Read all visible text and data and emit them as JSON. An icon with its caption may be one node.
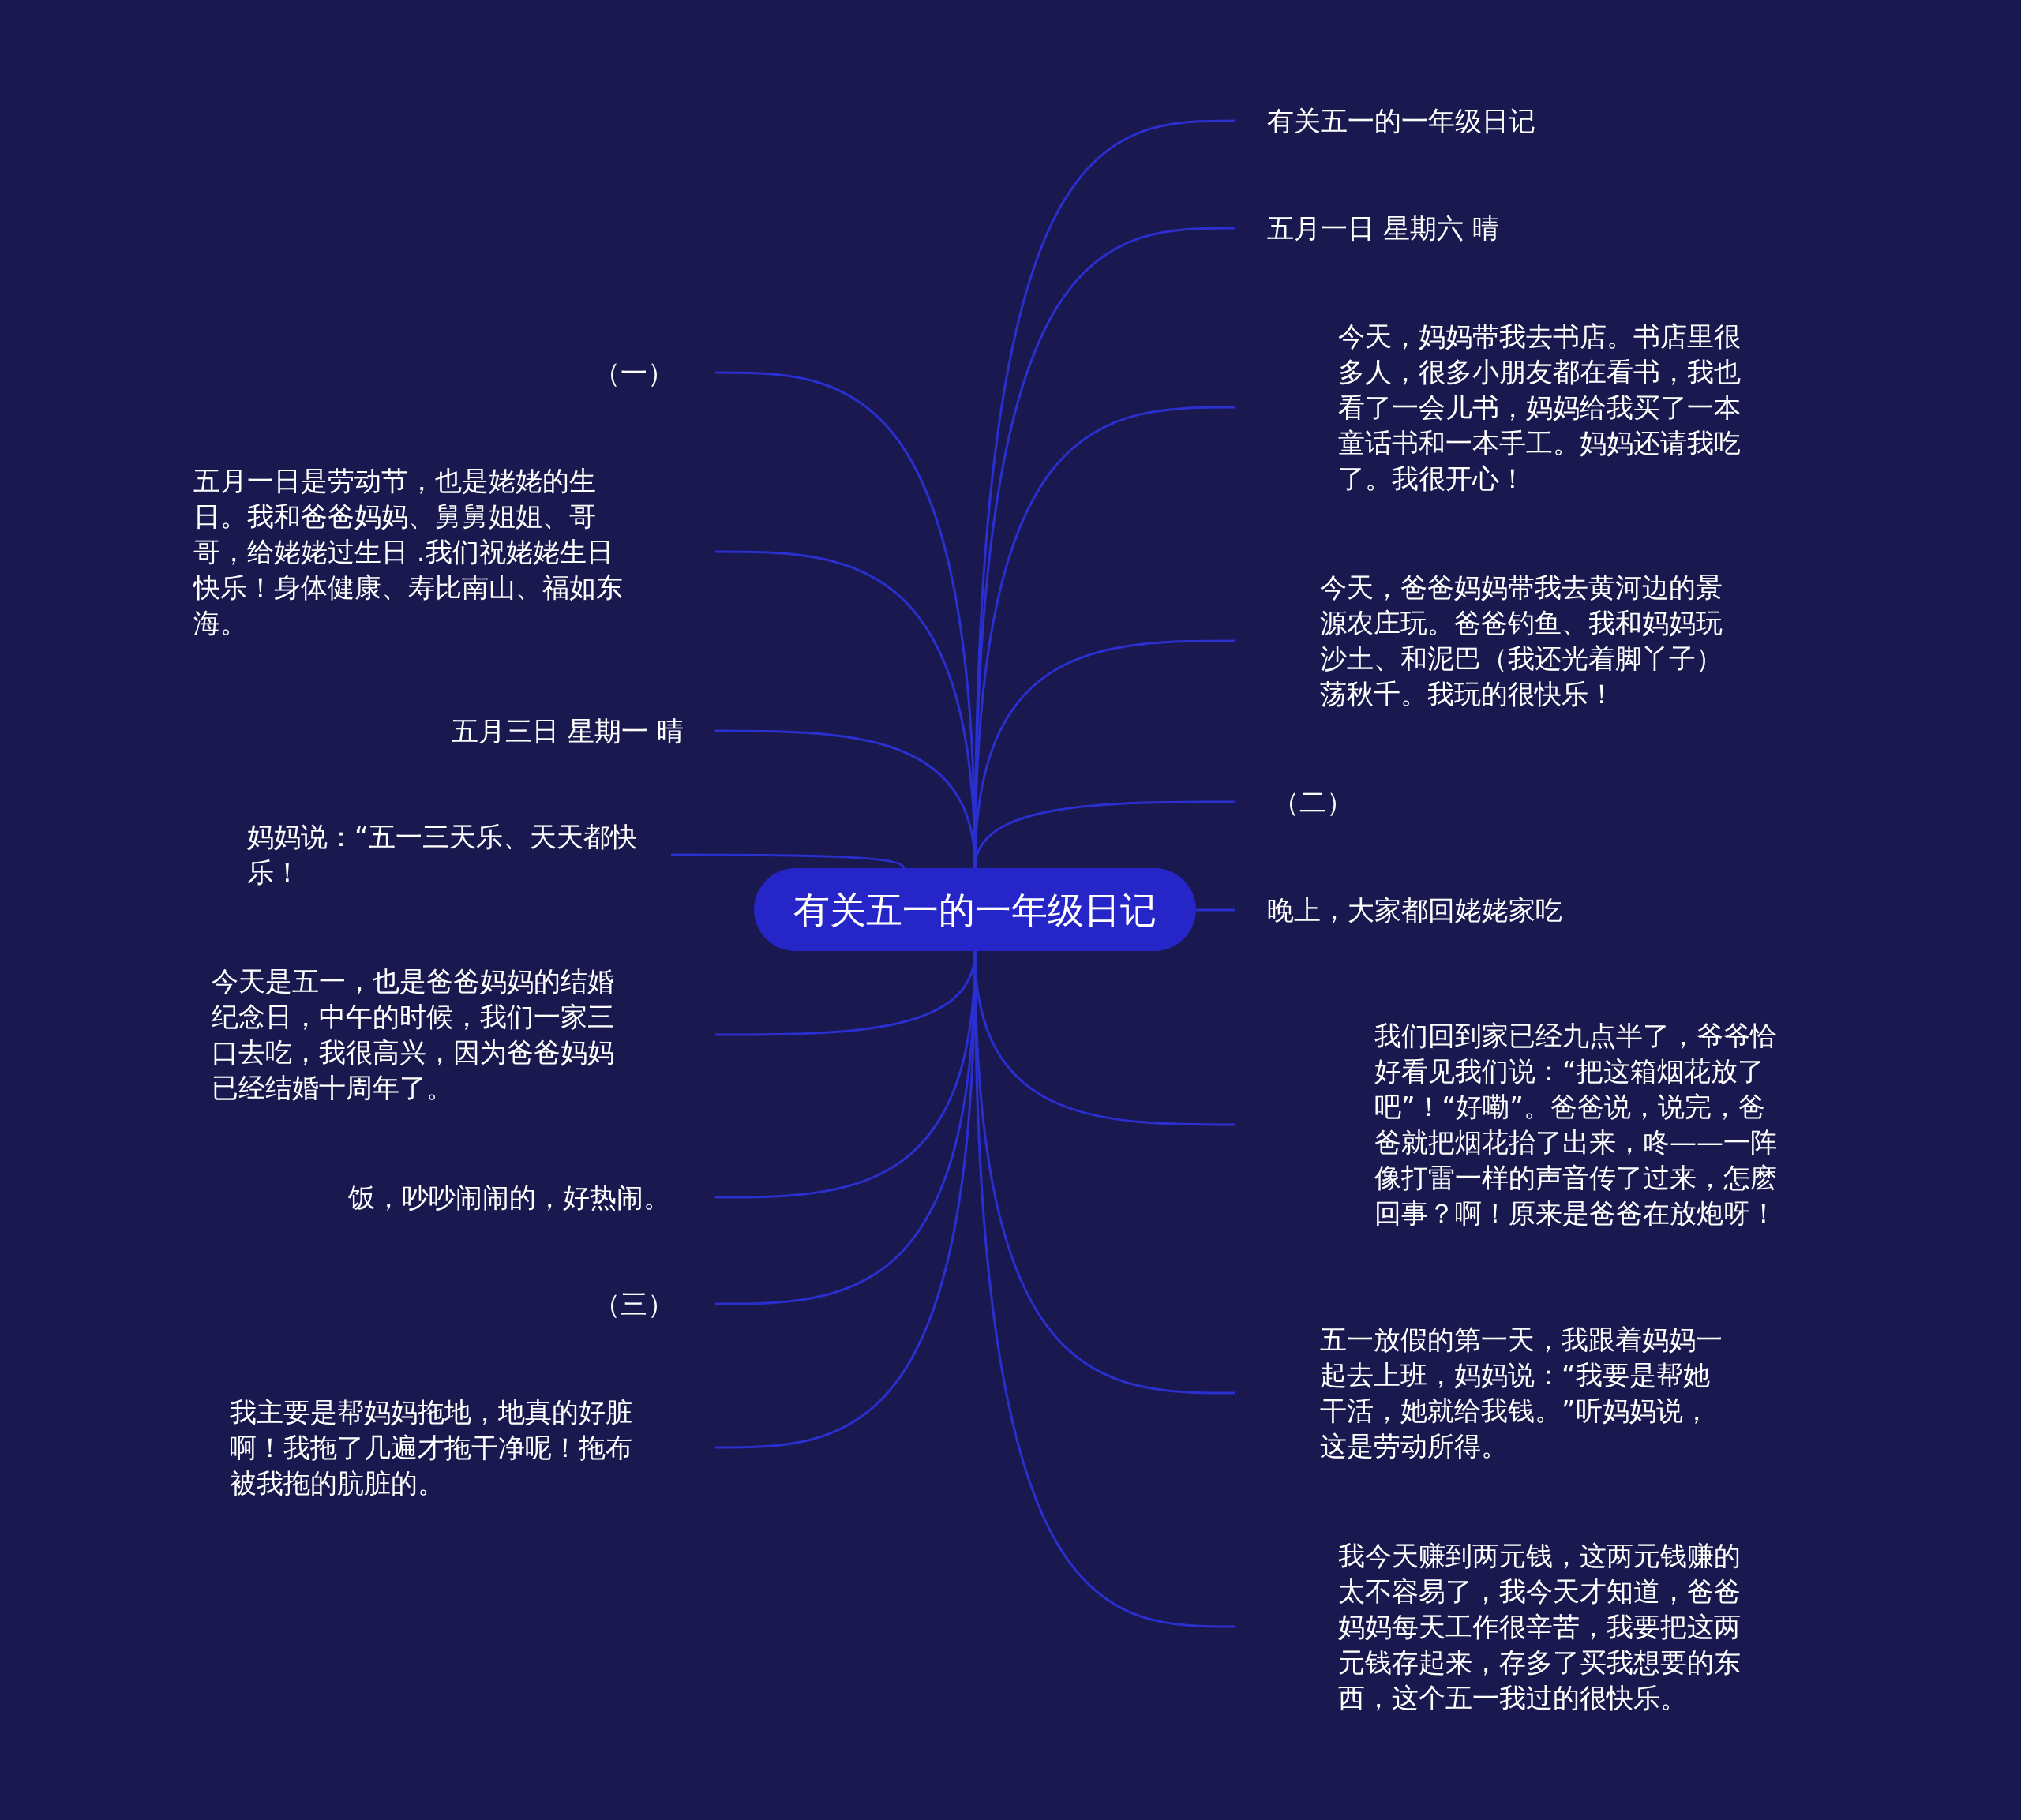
{
  "diagram": {
    "nodes": [
      {
        "text": [
          "有关五一的一年级日记"
        ]
      },
      {
        "text": [
          "有关五一的一年级日记"
        ]
      },
      {
        "text": [
          "五月一日 星期六 晴"
        ]
      },
      {
        "text": [
          "今天，妈妈带我去书店。书店里很多人，很多小朋友都在看书，我也看了一会儿书，妈妈给我买了一本童话书和一本手工。妈妈还请我吃了。我很开心！"
        ]
      },
      {
        "text": [
          "今天，爸爸妈妈带我去黄河边的景源农庄玩。爸爸钓鱼、我和妈妈玩沙土、和泥巴（我还光着脚丫子）荡秋千。我玩的很快乐！"
        ]
      },
      {
        "text": [
          "（二）"
        ]
      },
      {
        "text": [
          "晚上，大家都回姥姥家吃"
        ]
      },
      {
        "text": [
          "我们回到家已经九点半了，爷爷恰好看见我们说：“把这箱烟花放了吧”！“好嘞”。爸爸说，说完，爸爸就把烟花抬了出来，咚——一阵像打雷一样的声音传了过来，怎麽回事？啊！原来是爸爸在放炮呀！"
        ]
      },
      {
        "text": [
          "五一放假的第一天，我跟着妈妈一起去上班，妈妈说：“我要是帮她干活，她就给我钱。”听妈妈说，这是劳动所得。"
        ]
      },
      {
        "text": [
          "我今天赚到两元钱，这两元钱赚的太不容易了，我今天才知道，爸爸妈妈每天工作很辛苦，我要把这两元钱存起来，存多了买我想要的东西，这个五一我过的很快乐。"
        ]
      },
      {
        "text": [
          "（一）"
        ]
      },
      {
        "text": [
          "五月一日是劳动节，也是姥姥的生日。我和爸爸妈妈、舅舅姐姐、哥哥，给姥姥过生日 .我们祝姥姥生日快乐！身体健康、寿比南山、福如东海。"
        ]
      },
      {
        "text": [
          "五月三日 星期一 晴"
        ]
      },
      {
        "text": [
          "妈妈说：“五一三天乐、天天都快乐！"
        ]
      },
      {
        "text": [
          "今天是五一，也是爸爸妈妈的结婚纪念日，中午的时候，我们一家三口去吃，我很高兴，因为爸爸妈妈已经结婚十周年了。"
        ]
      },
      {
        "text": [
          "饭，吵吵闹闹的，好热闹。"
        ]
      },
      {
        "text": [
          "（三）"
        ]
      },
      {
        "text": [
          "我主要是帮妈妈拖地，地真的好脏啊！我拖了几遍才拖干净呢！拖布被我拖的肮脏的。"
        ]
      }
    ],
    "edges": [
      {
        "from": 0,
        "to": 1,
        "arrow": "none"
      },
      {
        "from": 0,
        "to": 2,
        "arrow": "none"
      },
      {
        "from": 0,
        "to": 3,
        "arrow": "none"
      },
      {
        "from": 0,
        "to": 4,
        "arrow": "none"
      },
      {
        "from": 0,
        "to": 5,
        "arrow": "none"
      },
      {
        "from": 0,
        "to": 6,
        "arrow": "none"
      },
      {
        "from": 0,
        "to": 7,
        "arrow": "none"
      },
      {
        "from": 0,
        "to": 8,
        "arrow": "none"
      },
      {
        "from": 0,
        "to": 9,
        "arrow": "none"
      },
      {
        "from": 0,
        "to": 10,
        "arrow": "none"
      },
      {
        "from": 0,
        "to": 11,
        "arrow": "none"
      },
      {
        "from": 0,
        "to": 12,
        "arrow": "none"
      },
      {
        "from": 0,
        "to": 13,
        "arrow": "none"
      },
      {
        "from": 0,
        "to": 14,
        "arrow": "none"
      },
      {
        "from": 0,
        "to": 15,
        "arrow": "none"
      },
      {
        "from": 0,
        "to": 16,
        "arrow": "none"
      },
      {
        "from": 0,
        "to": 17,
        "arrow": "none"
      }
    ]
  }
}
